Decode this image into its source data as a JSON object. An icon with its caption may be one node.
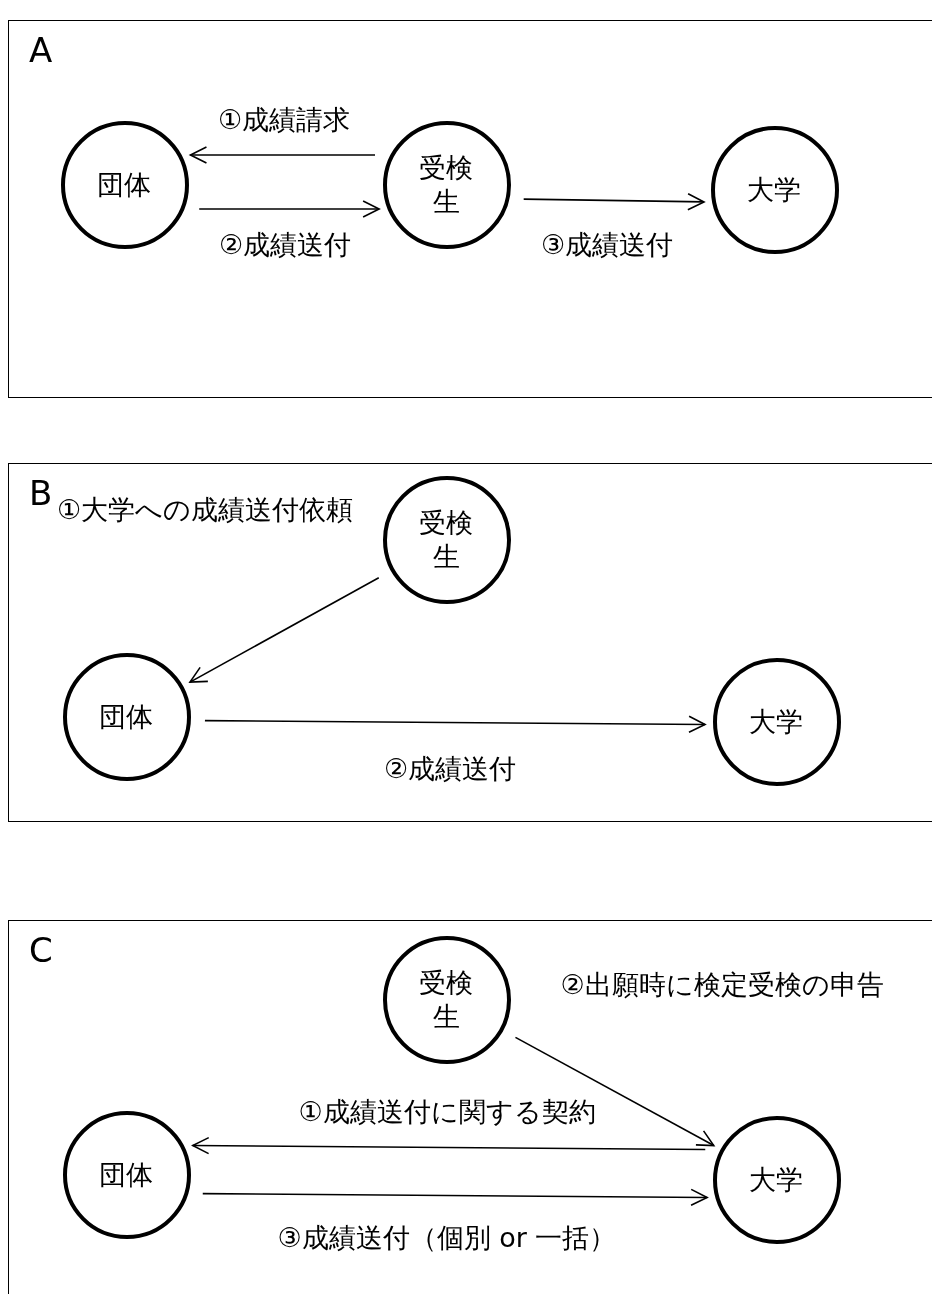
{
  "diagram": {
    "nodes": [
      {
        "text": [
          "A"
        ]
      },
      {
        "text": [
          "団体"
        ],
        "in": 0
      },
      {
        "text": [
          "受検生"
        ],
        "in": 0
      },
      {
        "text": [
          "大学"
        ],
        "in": 0
      },
      {
        "text": [
          "B"
        ]
      },
      {
        "text": [
          "受検生"
        ],
        "in": 4
      },
      {
        "text": [
          "団体"
        ],
        "in": 4
      },
      {
        "text": [
          "大学"
        ],
        "in": 4
      },
      {
        "text": [
          "C"
        ]
      },
      {
        "text": [
          "受検生"
        ],
        "in": 8
      },
      {
        "text": [
          "団体"
        ],
        "in": 8
      },
      {
        "text": [
          "大学"
        ],
        "in": 8
      }
    ],
    "edges": [
      {
        "from": 2,
        "to": 1,
        "arrow": "to",
        "label": "①成績請求"
      },
      {
        "from": 1,
        "to": 2,
        "arrow": "to",
        "label": "②成績送付"
      },
      {
        "from": 2,
        "to": 3,
        "arrow": "to",
        "label": "③成績送付"
      },
      {
        "from": 5,
        "to": 6,
        "arrow": "to",
        "label": "①大学への成績送付依頼"
      },
      {
        "from": 6,
        "to": 7,
        "arrow": "to",
        "label": "②成績送付"
      },
      {
        "from": 11,
        "to": 10,
        "arrow": "to",
        "label": "①成績送付に関する契約"
      },
      {
        "from": 9,
        "to": 11,
        "arrow": "to",
        "label": "②出願時に検定受検の申告"
      },
      {
        "from": 10,
        "to": 11,
        "arrow": "to",
        "label": "③成績送付（個別 or 一括）"
      }
    ]
  }
}
